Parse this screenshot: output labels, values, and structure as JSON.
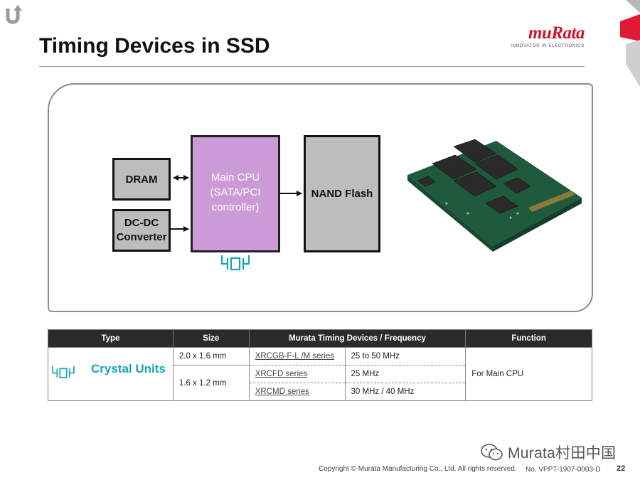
{
  "slide": {
    "title": "Timing Devices in SSD",
    "logo_word": "muRata",
    "logo_tagline": "INNOVATOR IN ELECTRONICS",
    "brand_color": "#d0112b"
  },
  "diagram": {
    "dram": "DRAM",
    "dcdc_line1": "DC-DC",
    "dcdc_line2": "Converter",
    "cpu_line1": "Main CPU",
    "cpu_line2": "(SATA/PCI",
    "cpu_line3": "controller)",
    "nand": "NAND Flash",
    "cpu_color": "#cd9ad8",
    "block_color": "#bdbdbd"
  },
  "table": {
    "headers": [
      "Type",
      "Size",
      "Murata Timing Devices / Frequency",
      "Function"
    ],
    "type_label": "Crystal Units",
    "sizes": [
      "2.0 x 1.6 mm",
      "1.6 x 1.2 mm"
    ],
    "rows": [
      {
        "series": "XRCGB-F-L /M series",
        "frequency": "25 to 50 MHz"
      },
      {
        "series": "XRCFD series",
        "frequency": "25 MHz"
      },
      {
        "series": "XRCMD series",
        "frequency": "30 MHz / 40 MHz"
      }
    ],
    "function": "For Main CPU",
    "accent_color": "#1aa3b8"
  },
  "footer": {
    "watermark": "Murata村田中国",
    "copyright": "Copyright © Murata Manufacturing Co., Ltd. All rights reserved.",
    "doc_no": "No. VPPT-1907-0003-D",
    "page_no": "22"
  }
}
